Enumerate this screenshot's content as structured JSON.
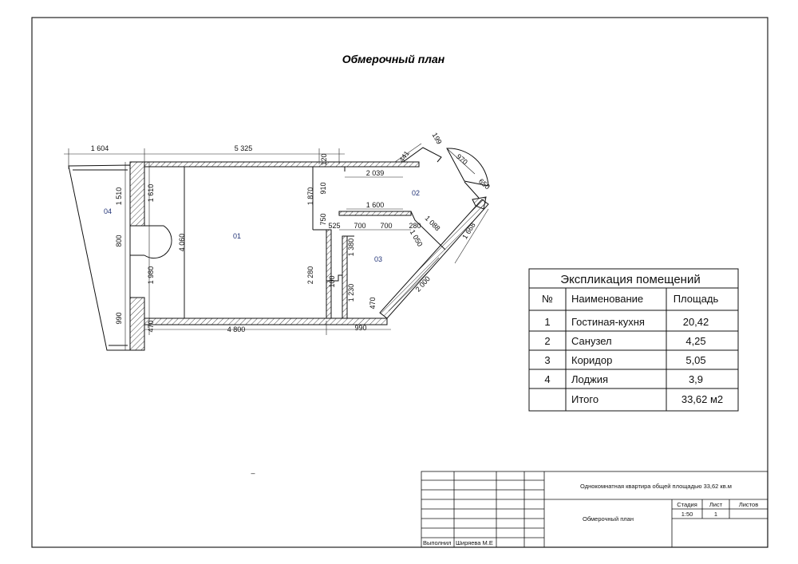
{
  "title": "Обмерочный план",
  "rooms": {
    "r01": "01",
    "r02": "02",
    "r03": "03",
    "r04": "04"
  },
  "dimensions": {
    "d1604": "1 604",
    "d5325": "5 325",
    "d120": "120",
    "d441": "441",
    "d199": "199",
    "d970": "970",
    "d650": "650",
    "d2039": "2 039",
    "d1870": "1 870",
    "d910": "910",
    "d1600": "1 600",
    "d750": "750",
    "d525": "525",
    "d700a": "700",
    "d700b": "700",
    "d280": "280",
    "d1088": "1 088",
    "d1050": "1 050",
    "d1668": "1 668",
    "d1380": "1 380",
    "d2000": "2 000",
    "d100": "100",
    "d1230": "1 230",
    "d2280": "2 280",
    "d470a": "470",
    "d990a": "990",
    "d4060": "4 060",
    "d1510": "1 510",
    "d1610": "1 610",
    "d800": "800",
    "d1980": "1 980",
    "d990b": "990",
    "d470b": "470",
    "d4800": "4 800",
    "dash": "–"
  },
  "explication": {
    "heading": "Экспликация помещений",
    "col_no": "№",
    "col_name": "Наименование",
    "col_area": "Площадь",
    "rows": [
      {
        "no": "1",
        "name": "Гостиная-кухня",
        "area": "20,42"
      },
      {
        "no": "2",
        "name": "Санузел",
        "area": "4,25"
      },
      {
        "no": "3",
        "name": "Коридор",
        "area": "5,05"
      },
      {
        "no": "4",
        "name": "Лоджия",
        "area": "3,9"
      }
    ],
    "total_label": "Итого",
    "total_value": "33,62 м2"
  },
  "stamp": {
    "project": "Однокомнатная квартира общей площадью 33,62 кв.м",
    "sheet_name": "Обмерочный план",
    "stage_label": "Стадия",
    "sheet_label": "Лист",
    "sheets_label": "Листов",
    "scale": "1:50",
    "sheet_no": "1",
    "role": "Выполнил",
    "author": "Ширяева М.Е"
  }
}
